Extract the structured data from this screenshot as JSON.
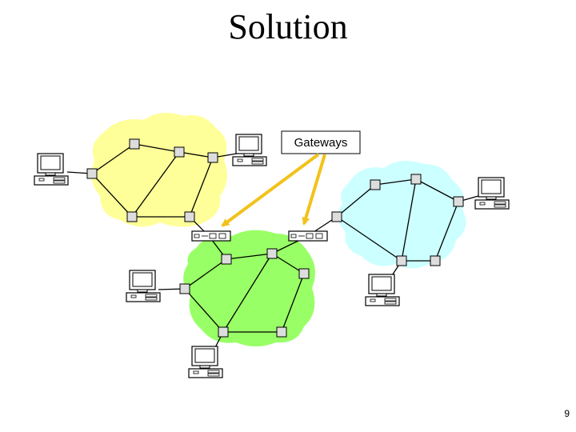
{
  "title": "Solution",
  "gateways_label": "Gateways",
  "page_number": "9",
  "colors": {
    "cloud_yellow": "#ffff99",
    "cloud_green": "#99ff66",
    "cloud_blue": "#ccffff",
    "arrow": "#f2c21b",
    "router_fill": "#dddddd",
    "link": "#000000"
  },
  "icons": [
    "desktop-computer-icon",
    "router-node-icon",
    "gateway-device-icon",
    "cloud-network-icon"
  ]
}
